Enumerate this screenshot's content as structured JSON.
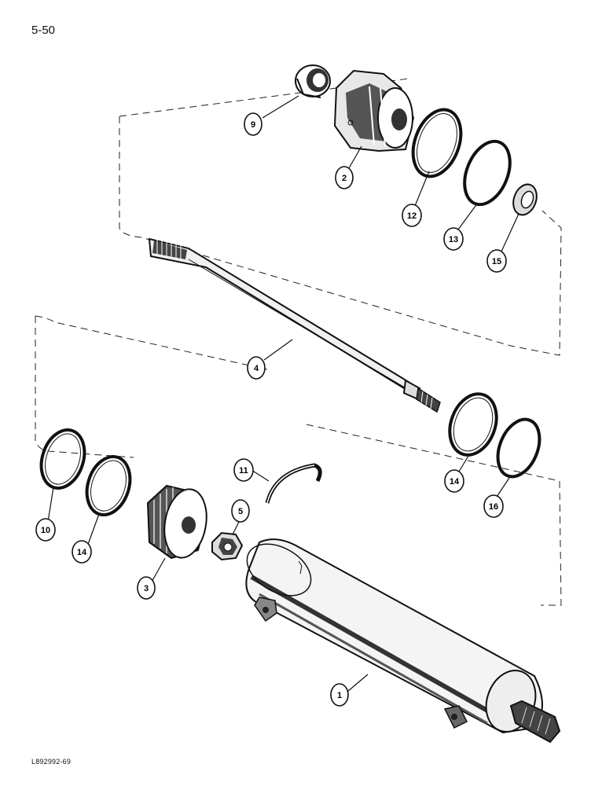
{
  "page": {
    "number": "5-50",
    "figure_code": "L892992-69"
  },
  "callouts": [
    {
      "id": "9",
      "part": "wiper-seal"
    },
    {
      "id": "2",
      "part": "gland"
    },
    {
      "id": "12",
      "part": "back-up-ring"
    },
    {
      "id": "13",
      "part": "o-ring"
    },
    {
      "id": "15",
      "part": "rod-seal"
    },
    {
      "id": "4",
      "part": "piston-rod"
    },
    {
      "id": "14",
      "part": "back-up-ring"
    },
    {
      "id": "16",
      "part": "o-ring"
    },
    {
      "id": "10",
      "part": "wear-ring"
    },
    {
      "id": "14",
      "part": "back-up-ring"
    },
    {
      "id": "11",
      "part": "retaining-ring"
    },
    {
      "id": "5",
      "part": "lock-nut"
    },
    {
      "id": "3",
      "part": "piston"
    },
    {
      "id": "1",
      "part": "cylinder-barrel"
    }
  ]
}
